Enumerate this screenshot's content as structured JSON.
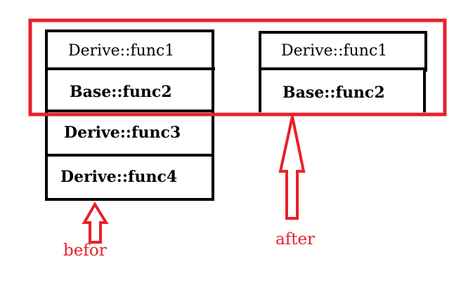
{
  "colors": {
    "ink": "#000000",
    "accent": "#e8202a",
    "background": "#ffffff"
  },
  "before": {
    "cells": [
      {
        "label": "Derive::func1",
        "weight": "normal"
      },
      {
        "label": "Base::func2",
        "weight": "bold"
      },
      {
        "label": "Derive::func3",
        "weight": "bold"
      },
      {
        "label": "Derive::func4",
        "weight": "bold"
      }
    ],
    "caption": "befor"
  },
  "after": {
    "cells": [
      {
        "label": "Derive::func1",
        "weight": "normal"
      },
      {
        "label": "Base::func2",
        "weight": "bold"
      }
    ],
    "caption": "after"
  }
}
